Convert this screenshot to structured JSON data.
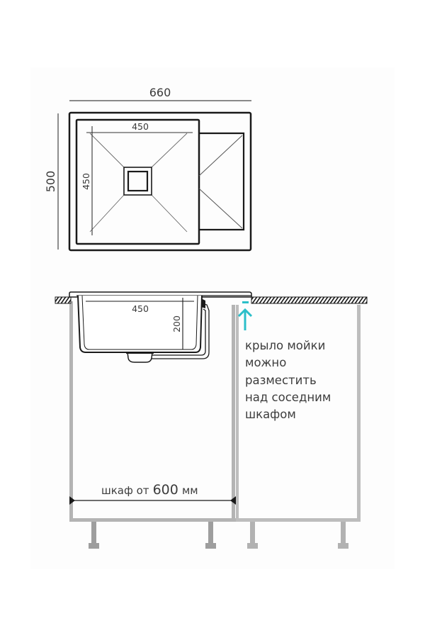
{
  "top_view": {
    "overall_width": "660",
    "overall_depth": "500",
    "bowl_width": "450",
    "bowl_depth": "450"
  },
  "side_view": {
    "bowl_width": "450",
    "bowl_depth": "200"
  },
  "note": {
    "lines": [
      "крыло мойки",
      "можно",
      "разместить",
      "над соседним",
      "шкафом"
    ]
  },
  "cabinet": {
    "label_prefix": "шкаф от",
    "label_value": "600",
    "label_unit": "мм"
  },
  "colors": {
    "line": "#1a1a1a",
    "cabinet": "#b4b4b4",
    "cabinet_dark": "#9a9a9a",
    "accent": "#2bbfc9",
    "panel": "#fdfdfd"
  }
}
